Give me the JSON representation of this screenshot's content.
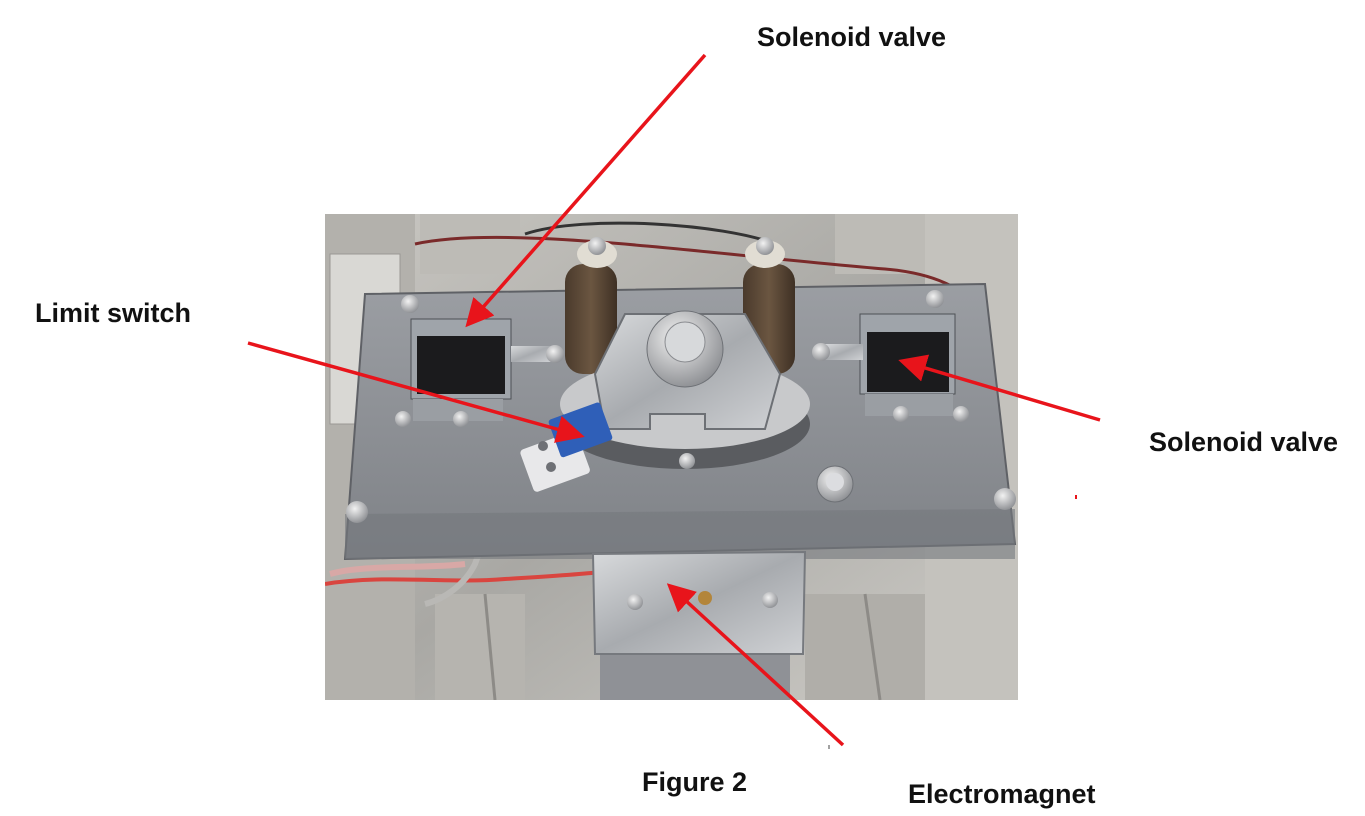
{
  "labels": {
    "solenoid_valve_top": "Solenoid valve",
    "limit_switch": "Limit switch",
    "solenoid_valve_right": "Solenoid valve",
    "figure_caption": "Figure 2",
    "electromagnet": "Electromagnet"
  },
  "colors": {
    "arrow": "#e8141b",
    "text": "#111111",
    "plate": "#8e9196",
    "background_metal": "#b9b8b4"
  }
}
